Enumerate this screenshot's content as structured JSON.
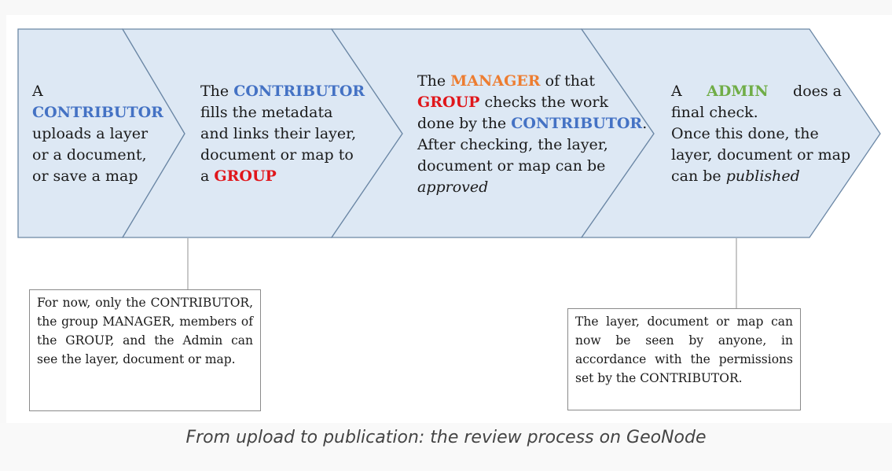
{
  "diagram": {
    "fill_color": "#dde8f4",
    "stroke_color": "#6b87a5",
    "steps": [
      {
        "id": "upload",
        "line1": "A",
        "role": "CONTRIBUTOR",
        "rest": [
          "uploads a layer",
          "or a document,",
          "or save a map"
        ]
      },
      {
        "id": "metadata",
        "prefix": "The ",
        "role": "CONTRIBUTOR",
        "lines": [
          "fills the metadata",
          "and links their layer,",
          "document or map to"
        ],
        "last_prefix": "a ",
        "group": "GROUP"
      },
      {
        "id": "review",
        "prefix": "The ",
        "manager": "MANAGER",
        "manager_suffix": " of that",
        "group": "GROUP",
        "group_suffix": " checks the work",
        "line3_prefix": "done by the ",
        "contributor": "CONTRIBUTOR",
        "line3_suffix": ".",
        "lines": [
          "After checking, the layer,",
          "document or map can be"
        ],
        "approved": "approved"
      },
      {
        "id": "publish",
        "prefix": "A",
        "admin": "ADMIN",
        "admin_suffix": "does a",
        "lines": [
          "final check.",
          "Once this done, the",
          "layer, document or map"
        ],
        "last_prefix": "can be ",
        "published": "published"
      }
    ],
    "notes": [
      {
        "id": "visibility-before",
        "text": "For now, only the CONTRIBUTOR, the group MANAGER, members of the GROUP, and the Admin can see the layer, document or map."
      },
      {
        "id": "visibility-after",
        "text": "The layer, document or map can now be seen by anyone, in accordance with the permissions set by the CONTRIBUTOR."
      }
    ],
    "colors": {
      "contributor": "#4472c4",
      "group": "#e0161b",
      "manager": "#ed7d31",
      "admin": "#70ad47"
    }
  },
  "caption": "From upload to publication: the review process on GeoNode"
}
